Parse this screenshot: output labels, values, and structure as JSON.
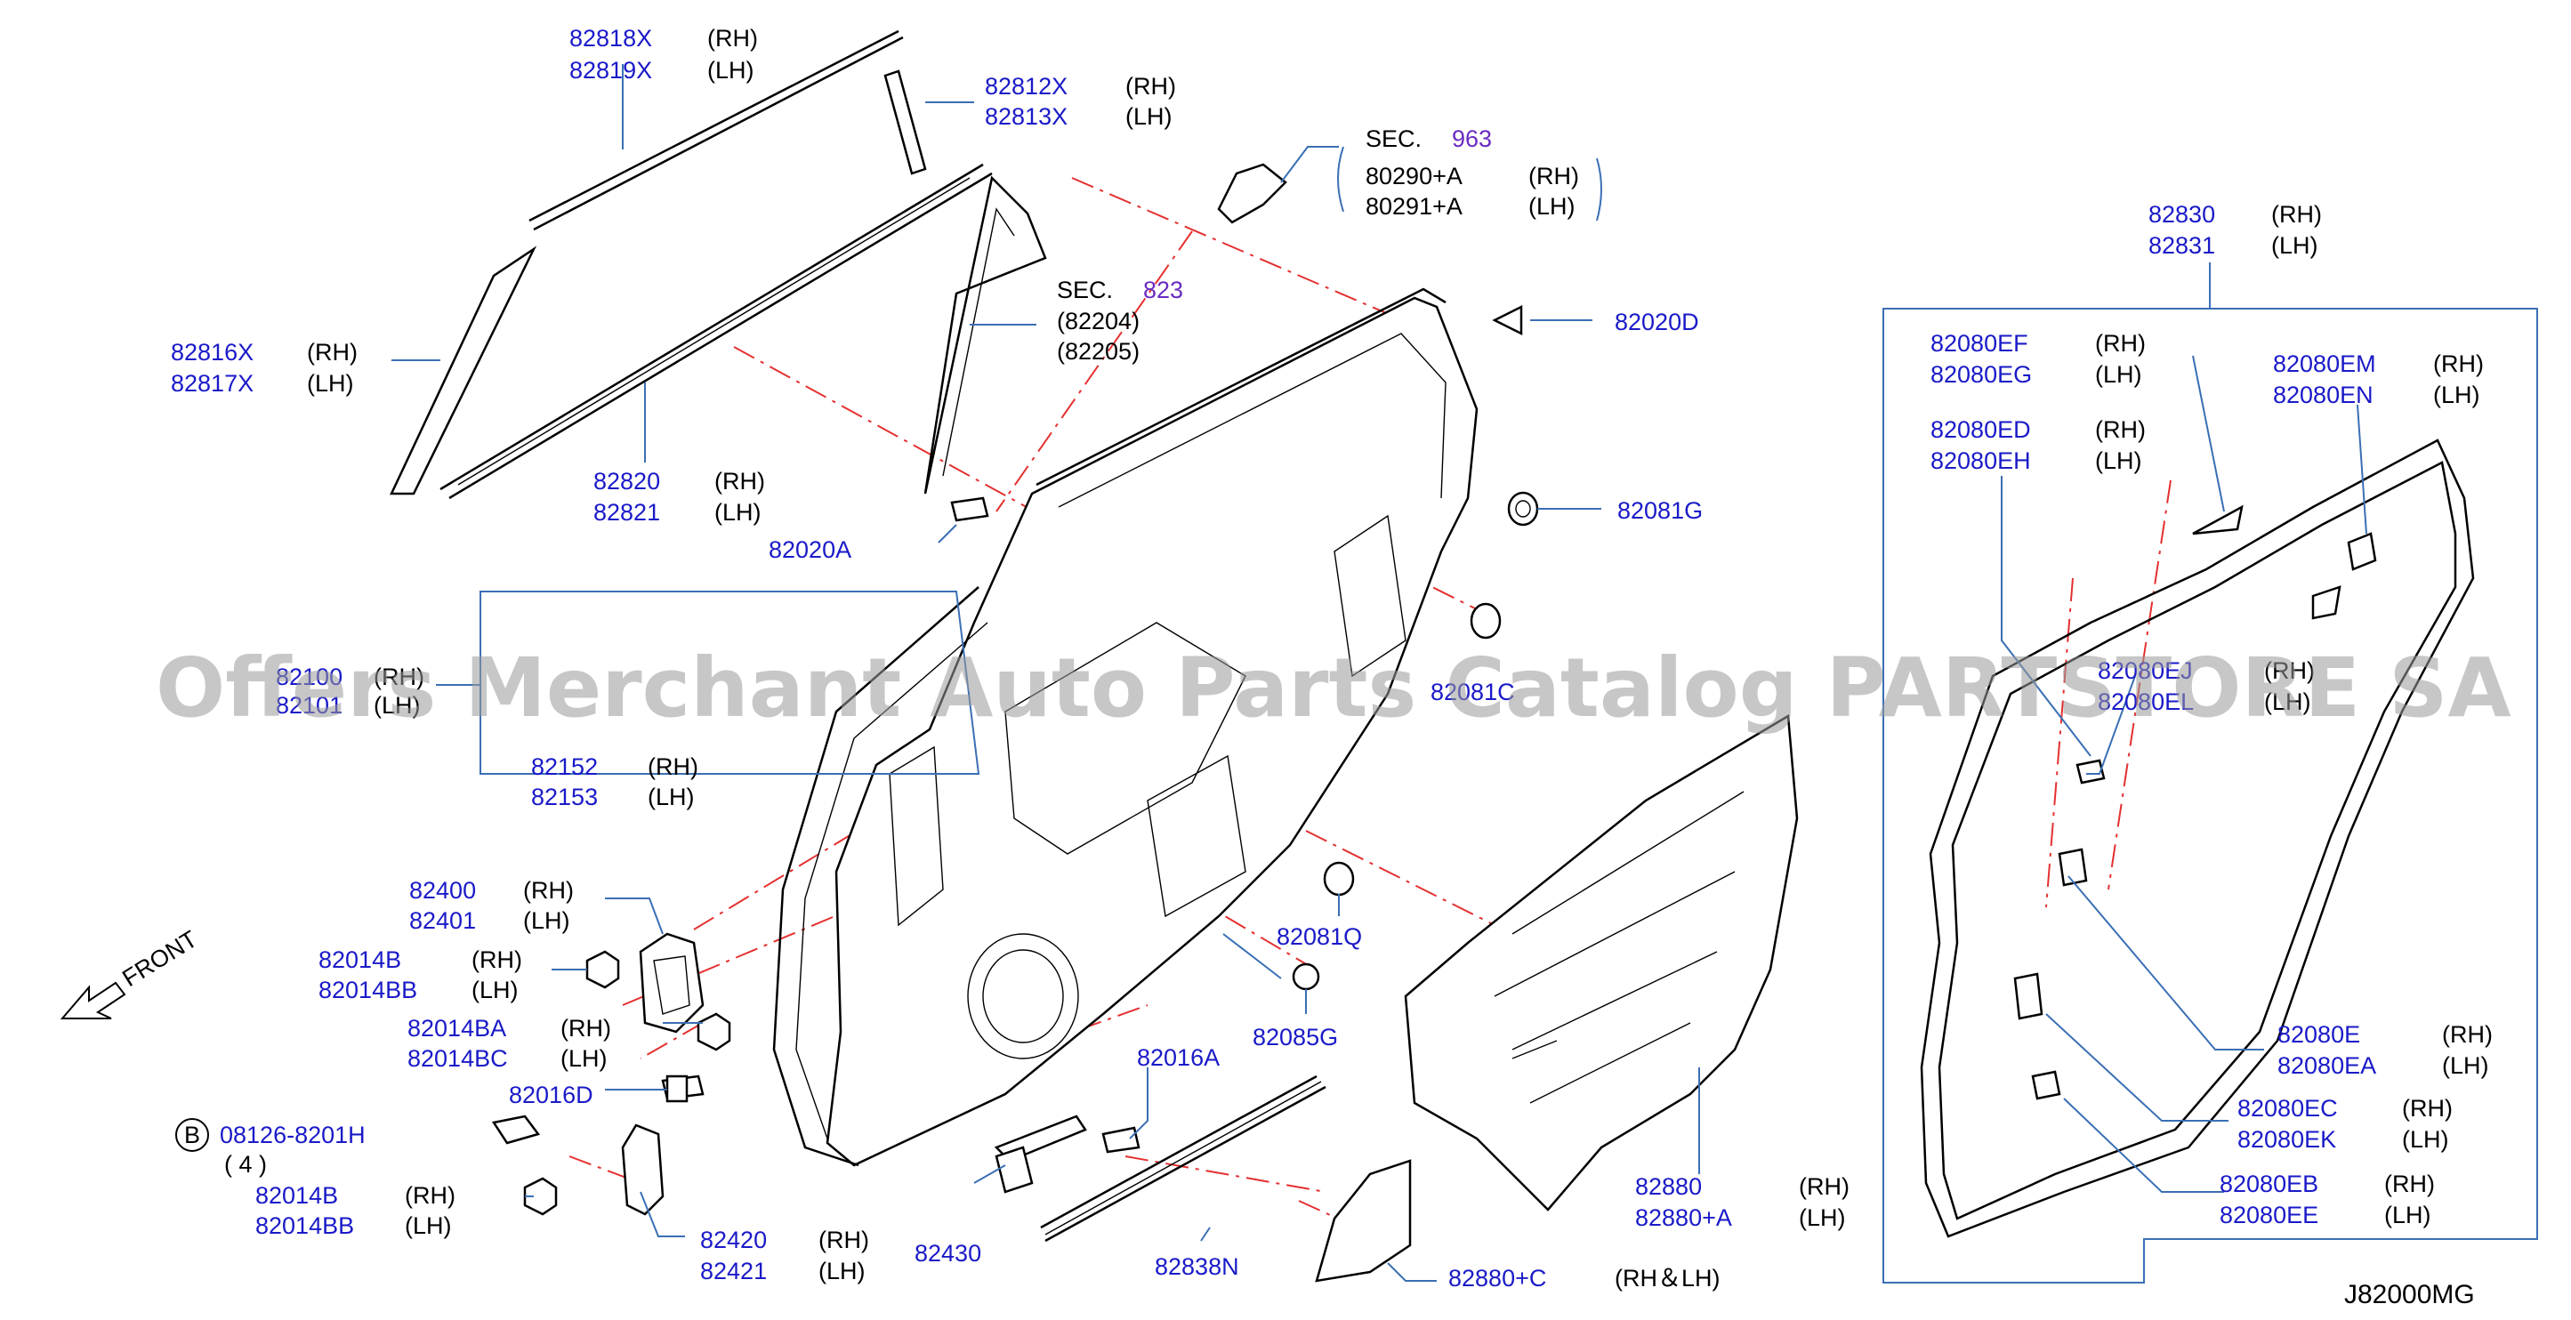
{
  "diagram_code": "J82000MG",
  "watermark": "Offers Merchant Auto Parts Catalog PARTSTORE SA",
  "front_label": "FRONT",
  "bolt_circle": "B",
  "labels": {
    "p82818": {
      "pn": "82818X",
      "side": "(RH)"
    },
    "p82819": {
      "pn": "82819X",
      "side": "(LH)"
    },
    "p82812": {
      "pn": "82812X",
      "side": "(RH)"
    },
    "p82813": {
      "pn": "82813X",
      "side": "(LH)"
    },
    "sec963": {
      "sec": "SEC.",
      "num": "963"
    },
    "p80290": {
      "pn": "80290+A",
      "side": "(RH)"
    },
    "p80291": {
      "pn": "80291+A",
      "side": "(LH)"
    },
    "sec823": {
      "sec": "SEC.",
      "num": "823"
    },
    "p82204": {
      "pn": "(82204)"
    },
    "p82205": {
      "pn": "(82205)"
    },
    "p82816": {
      "pn": "82816X",
      "side": "(RH)"
    },
    "p82817": {
      "pn": "82817X",
      "side": "(LH)"
    },
    "p82820": {
      "pn": "82820",
      "side": "(RH)"
    },
    "p82821": {
      "pn": "82821",
      "side": "(LH)"
    },
    "p82020a": {
      "pn": "82020A"
    },
    "p82020d": {
      "pn": "82020D"
    },
    "p82081g": {
      "pn": "82081G"
    },
    "p82081c": {
      "pn": "82081C"
    },
    "p82100": {
      "pn": "82100",
      "side": "(RH)"
    },
    "p82101": {
      "pn": "82101",
      "side": "(LH)"
    },
    "p82152": {
      "pn": "82152",
      "side": "(RH)"
    },
    "p82153": {
      "pn": "82153",
      "side": "(LH)"
    },
    "p82400": {
      "pn": "82400",
      "side": "(RH)"
    },
    "p82401": {
      "pn": "82401",
      "side": "(LH)"
    },
    "p82014b_1": {
      "pn": "82014B",
      "side": "(RH)"
    },
    "p82014bb_1": {
      "pn": "82014BB",
      "side": "(LH)"
    },
    "p82014ba": {
      "pn": "82014BA",
      "side": "(RH)"
    },
    "p82014bc": {
      "pn": "82014BC",
      "side": "(LH)"
    },
    "p82016d": {
      "pn": "82016D"
    },
    "p08126": {
      "pn": "08126-8201H",
      "qty": "( 4 )"
    },
    "p82014b_2": {
      "pn": "82014B",
      "side": "(RH)"
    },
    "p82014bb_2": {
      "pn": "82014BB",
      "side": "(LH)"
    },
    "p82420": {
      "pn": "82420",
      "side": "(RH)"
    },
    "p82421": {
      "pn": "82421",
      "side": "(LH)"
    },
    "p82430": {
      "pn": "82430"
    },
    "p82016a": {
      "pn": "82016A"
    },
    "p82081q": {
      "pn": "82081Q"
    },
    "p82085g": {
      "pn": "82085G"
    },
    "p82838n": {
      "pn": "82838N"
    },
    "p82880": {
      "pn": "82880",
      "side": "(RH)"
    },
    "p82880a": {
      "pn": "82880+A",
      "side": "(LH)"
    },
    "p82880c": {
      "pn": "82880+C",
      "side": "(RH＆LH)"
    },
    "p82830": {
      "pn": "82830",
      "side": "(RH)"
    },
    "p82831": {
      "pn": "82831",
      "side": "(LH)"
    },
    "p82080ef": {
      "pn": "82080EF",
      "side": "(RH)"
    },
    "p82080eg": {
      "pn": "82080EG",
      "side": "(LH)"
    },
    "p82080ed": {
      "pn": "82080ED",
      "side": "(RH)"
    },
    "p82080eh": {
      "pn": "82080EH",
      "side": "(LH)"
    },
    "p82080em": {
      "pn": "82080EM",
      "side": "(RH)"
    },
    "p82080en": {
      "pn": "82080EN",
      "side": "(LH)"
    },
    "p82080ej": {
      "pn": "82080EJ",
      "side": "(RH)"
    },
    "p82080el": {
      "pn": "82080EL",
      "side": "(LH)"
    },
    "p82080e": {
      "pn": "82080E",
      "side": "(RH)"
    },
    "p82080ea": {
      "pn": "82080EA",
      "side": "(LH)"
    },
    "p82080ec": {
      "pn": "82080EC",
      "side": "(RH)"
    },
    "p82080ek": {
      "pn": "82080EK",
      "side": "(LH)"
    },
    "p82080eb": {
      "pn": "82080EB",
      "side": "(RH)"
    },
    "p82080ee": {
      "pn": "82080EE",
      "side": "(LH)"
    }
  }
}
